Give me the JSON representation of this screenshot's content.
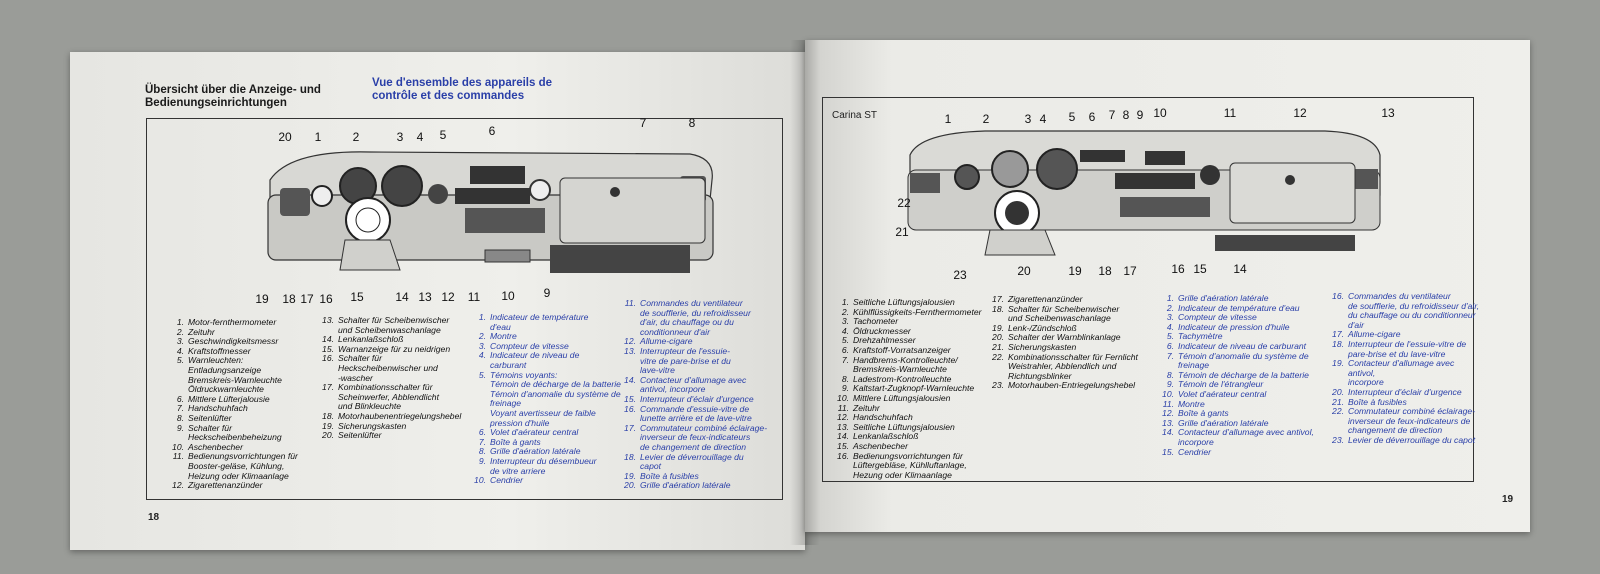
{
  "left_page": {
    "heading_de": "Übersicht über die Anzeige- und Bedienungseinrichtungen",
    "heading_fr": "Vue d'ensemble des appareils de contrôle et des commandes",
    "page_number": "18",
    "callouts_top": [
      "20",
      "1",
      "2",
      "3",
      "4",
      "5",
      "6",
      "7",
      "8"
    ],
    "callouts_bottom": [
      "19",
      "18",
      "17",
      "16",
      "15",
      "14",
      "13",
      "12",
      "11",
      "10",
      "9"
    ],
    "list_de_1": [
      {
        "n": "1.",
        "t": "Motor-fernthermometer"
      },
      {
        "n": "2.",
        "t": "Zeituhr"
      },
      {
        "n": "3.",
        "t": "Geschwindigkeitsmessr"
      },
      {
        "n": "4.",
        "t": "Kraftstoffmesser"
      },
      {
        "n": "5.",
        "t": "Warnleuchten:\nEntladungsanzeige\nBremskreis-Warnleuchte\nÖldruckwarnleuchte"
      },
      {
        "n": "6.",
        "t": "Mittlere Lüfterjalousie"
      },
      {
        "n": "7.",
        "t": "Handschuhfach"
      },
      {
        "n": "8.",
        "t": "Seitenlüfter"
      },
      {
        "n": "9.",
        "t": "Schalter für\nHeckscheibenbeheizung"
      },
      {
        "n": "10.",
        "t": "Aschenbecher"
      },
      {
        "n": "11.",
        "t": "Bedienungsvorrichtungen für\nBooster-geläse, Kühlung,\nHeizung oder Klimaanlage"
      },
      {
        "n": "12.",
        "t": "Zigarettenanzünder"
      }
    ],
    "list_de_2": [
      {
        "n": "13.",
        "t": "Schalter für Scheibenwischer\nund Scheibenwaschanlage"
      },
      {
        "n": "14.",
        "t": "Lenkanlaßschloß"
      },
      {
        "n": "15.",
        "t": "Warnanzeige für zu neidrigen"
      },
      {
        "n": "16.",
        "t": "Schalter für\nHeckscheibenwischer und\n-wascher"
      },
      {
        "n": "17.",
        "t": "Kombinationsschalter für\nScheinwerfer, Abblendlicht\nund Blinkleuchte"
      },
      {
        "n": "18.",
        "t": "Motorhaubenentriegelungshebel"
      },
      {
        "n": "19.",
        "t": "Sicherungskasten"
      },
      {
        "n": "20.",
        "t": "Seitenlüfter"
      }
    ],
    "list_fr_1": [
      {
        "n": "1.",
        "t": "Indicateur de température\nd'eau"
      },
      {
        "n": "2.",
        "t": "Montre"
      },
      {
        "n": "3.",
        "t": "Compteur de vitesse"
      },
      {
        "n": "4.",
        "t": "Indicateur de niveau de\ncarburant"
      },
      {
        "n": "5.",
        "t": "Témoins voyants:\nTémoin de décharge de la batterie\nTémoin d'anomalie du système de\nfreinage\nVoyant avertisseur de faible\npression d'huile"
      },
      {
        "n": "6.",
        "t": "Volet d'aérateur central"
      },
      {
        "n": "7.",
        "t": "Boîte à gants"
      },
      {
        "n": "8.",
        "t": "Grille d'aération latérale"
      },
      {
        "n": "9.",
        "t": "Interrupteur du désembueur\nde vitre arriere"
      },
      {
        "n": "10.",
        "t": "Cendrier"
      }
    ],
    "list_fr_2": [
      {
        "n": "11.",
        "t": "Commandes du ventilateur\nde soufflerie, du refroidisseur\nd'air, du chauffage ou du\nconditionneur d'air"
      },
      {
        "n": "12.",
        "t": "Allume-cigare"
      },
      {
        "n": "13.",
        "t": "Interrupteur de l'essuie-\nvitre de pare-brise et du\nlave-vitre"
      },
      {
        "n": "14.",
        "t": "Contacteur d'allumage avec\nantivol, incorpore"
      },
      {
        "n": "15.",
        "t": "Interrupteur d'éclair d'urgence"
      },
      {
        "n": "16.",
        "t": "Commande d'essuie-vitre de\nlunette arrière et de lave-vitre"
      },
      {
        "n": "17.",
        "t": "Commutateur combiné éclairage-\ninverseur de feux-indicateurs\nde changement de direction"
      },
      {
        "n": "18.",
        "t": "Levier de déverrouillage du\ncapot"
      },
      {
        "n": "19.",
        "t": "Boîte à fusibles"
      },
      {
        "n": "20.",
        "t": "Grille d'aération latérale"
      }
    ]
  },
  "right_page": {
    "model_label": "Carina ST",
    "page_number": "19",
    "callouts_top": [
      "1",
      "2",
      "3",
      "4",
      "5",
      "6",
      "7",
      "8",
      "9",
      "10",
      "11",
      "12",
      "13"
    ],
    "callouts_bottom": [
      "23",
      "20",
      "19",
      "18",
      "17",
      "16",
      "15",
      "14"
    ],
    "callouts_side": [
      "22",
      "21"
    ],
    "list_de_1": [
      {
        "n": "1.",
        "t": "Seitliche Lüftungsjalousien"
      },
      {
        "n": "2.",
        "t": "Kühlflüssigkeits-Fernthermometer"
      },
      {
        "n": "3.",
        "t": "Tachometer"
      },
      {
        "n": "4.",
        "t": "Öldruckmesser"
      },
      {
        "n": "5.",
        "t": "Drehzahlmesser"
      },
      {
        "n": "6.",
        "t": "Kraftstoff-Vorratsanzeiger"
      },
      {
        "n": "7.",
        "t": "Handbrems-Kontrolleuchte/\nBremskreis-Warnleuchte"
      },
      {
        "n": "8.",
        "t": "Ladestrom-Kontrolleuchte"
      },
      {
        "n": "9.",
        "t": "Kaltstart-Zugknopf-Warnleuchte"
      },
      {
        "n": "10.",
        "t": "Mittlere Lüftungsjalousien"
      },
      {
        "n": "11.",
        "t": "Zeituhr"
      },
      {
        "n": "12.",
        "t": "Handschuhfach"
      },
      {
        "n": "13.",
        "t": "Seitliche Lüftungsjalousien"
      },
      {
        "n": "14.",
        "t": "Lenkanlaßschloß"
      },
      {
        "n": "15.",
        "t": "Aschenbecher"
      },
      {
        "n": "16.",
        "t": "Bedienungsvorrichtungen für\nLüftergebläse, Kühlluftanlage,\nHezung oder Klimaanlage"
      }
    ],
    "list_de_2": [
      {
        "n": "17.",
        "t": "Zigarettenanzünder"
      },
      {
        "n": "18.",
        "t": "Schalter für Scheibenwischer\nund Scheibenwaschanlage"
      },
      {
        "n": "19.",
        "t": "Lenk-/Zündschloß"
      },
      {
        "n": "20.",
        "t": "Schalter der Warnblinkanlage"
      },
      {
        "n": "21.",
        "t": "Sicherungskasten"
      },
      {
        "n": "22.",
        "t": "Kombinationsschalter für Fernlicht\nWeistrahler, Abblendlich und\nRichtungsblinker"
      },
      {
        "n": "23.",
        "t": "Motorhauben-Entriegelungshebel"
      }
    ],
    "list_fr_1": [
      {
        "n": "1.",
        "t": "Grille d'aération latérale"
      },
      {
        "n": "2.",
        "t": "Indicateur de température d'eau"
      },
      {
        "n": "3.",
        "t": "Compteur de vitesse"
      },
      {
        "n": "4.",
        "t": "Indicateur de pression d'huile"
      },
      {
        "n": "5.",
        "t": "Tachymètre"
      },
      {
        "n": "6.",
        "t": "Indicateur de niveau de carburant"
      },
      {
        "n": "7.",
        "t": "Témoin d'anomalie du système de\nfreinage"
      },
      {
        "n": "8.",
        "t": "Témoin de décharge de la batterie"
      },
      {
        "n": "9.",
        "t": "Témoin de l'étrangleur"
      },
      {
        "n": "10.",
        "t": "Volet d'aérateur central"
      },
      {
        "n": "11.",
        "t": "Montre"
      },
      {
        "n": "12.",
        "t": "Boîte à gants"
      },
      {
        "n": "13.",
        "t": "Grille d'aération latérale"
      },
      {
        "n": "14.",
        "t": "Contacteur d'allumage avec antivol,\nincorpore"
      },
      {
        "n": "15.",
        "t": "Cendrier"
      }
    ],
    "list_fr_2": [
      {
        "n": "16.",
        "t": "Commandes du ventilateur\nde soufflerie, du refroidisseur d'air,\ndu chauffage ou du conditionneur\nd'air"
      },
      {
        "n": "17.",
        "t": "Allume-cigare"
      },
      {
        "n": "18.",
        "t": "Interrupteur de l'essuie-vitre de\npare-brise et du lave-vitre"
      },
      {
        "n": "19.",
        "t": "Contacteur d'allumage avec antivol,\nincorpore"
      },
      {
        "n": "20.",
        "t": "Interrupteur d'éclair d'urgence"
      },
      {
        "n": "21.",
        "t": "Boîte à fusibles"
      },
      {
        "n": "22.",
        "t": "Commutateur combiné éclairage-\ninverseur de feux-indicateurs de\nchangement de direction"
      },
      {
        "n": "23.",
        "t": "Levier de déverrouillage du capot"
      }
    ]
  }
}
